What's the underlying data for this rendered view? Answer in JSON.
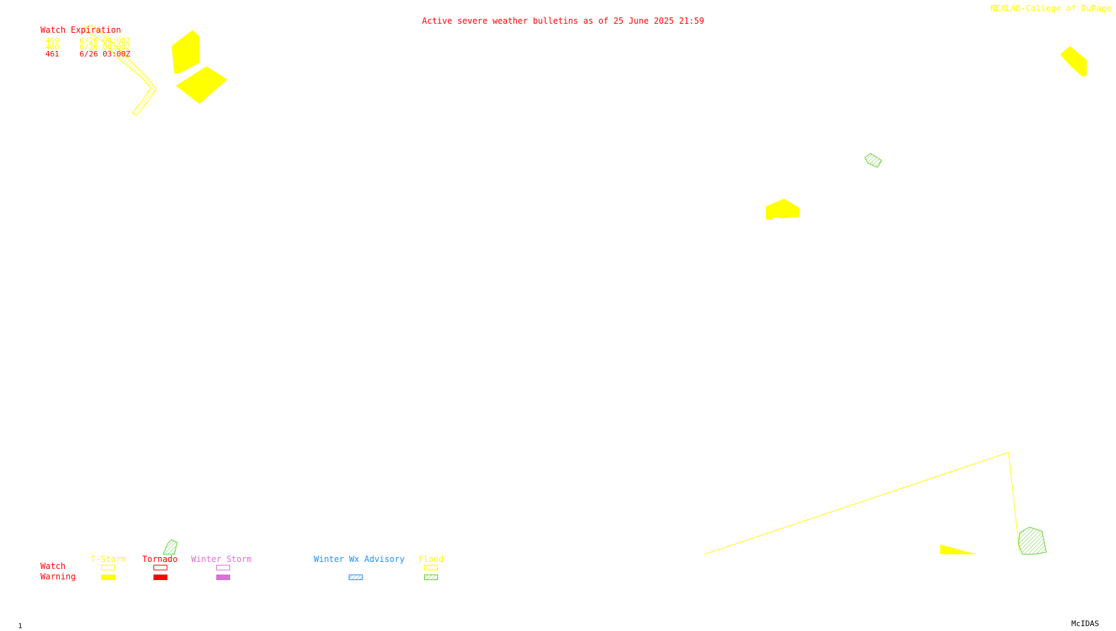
{
  "header": {
    "title": "Active severe weather bulletins as of 25 June 2025 21:59",
    "credit": "NEXLAB-College of DuPage R"
  },
  "watches": {
    "heading": "Watch Expiration",
    "rows": [
      {
        "number": "459",
        "expires": "6/26 04:00Z",
        "color": "#ffff00"
      },
      {
        "number": "460",
        "expires": "6/26 03:00Z",
        "color": "#ffff00"
      },
      {
        "number": "461",
        "expires": "6/26 03:00Z",
        "color": "#ff0000"
      }
    ]
  },
  "legend": {
    "row_watch": "Watch",
    "row_warning": "Warning",
    "categories": [
      {
        "label": "T-Storm",
        "color": "#ffff00",
        "watch_style": "outline",
        "warning_style": "fill"
      },
      {
        "label": "Tornado",
        "color": "#ff0000",
        "watch_style": "outline",
        "warning_style": "fill"
      },
      {
        "label": "Winter Storm",
        "color": "#da70d6",
        "watch_style": "outline",
        "warning_style": "fill"
      },
      {
        "label": "Winter Wx Advisory",
        "color": "#1e90ff",
        "watch_style": "none",
        "warning_style": "hatch"
      },
      {
        "label": "Flood",
        "color": "#ffff00",
        "watch_style": "hatch",
        "warning_style": "hatch"
      }
    ],
    "flood_warning_color": "#66cc33"
  },
  "footer": {
    "frame": "1",
    "software": "McIDAS"
  },
  "colors": {
    "title": "#ff0000",
    "credit": "#ffff00",
    "labels": "#ff0000",
    "tstorm": "#ffff00",
    "flood": "#66cc33"
  }
}
